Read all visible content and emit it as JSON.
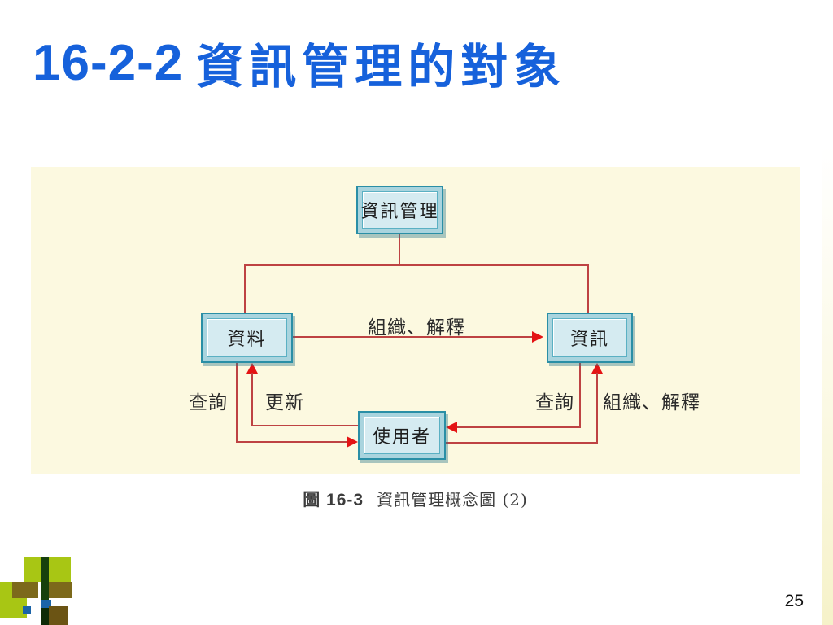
{
  "slide": {
    "title_number": "16-2-2",
    "title_text": "資訊管理的對象",
    "page_number": "25"
  },
  "figure": {
    "caption_label": "圖 16-3",
    "caption_title": "資訊管理概念圖 (2)"
  },
  "diagram": {
    "nodes": {
      "top": {
        "label": "資訊管理"
      },
      "left": {
        "label": "資料"
      },
      "right": {
        "label": "資訊"
      },
      "bottom": {
        "label": "使用者"
      }
    },
    "edges": {
      "data_to_info": {
        "label": "組織、解釋"
      },
      "left_query": {
        "label": "查詢"
      },
      "left_update": {
        "label": "更新"
      },
      "right_query": {
        "label": "查詢"
      },
      "right_organize": {
        "label": "組織、解釋"
      }
    }
  },
  "colors": {
    "title_blue": "#1661DB",
    "panel_background": "#FCF9E0",
    "node_border": "#2A8FA6",
    "node_band": "#A9D4DE",
    "node_inner": "#D5EBF1",
    "connector_line": "#BE4343",
    "arrowhead": "#E41414",
    "mosaic_lime": "#A8C614",
    "mosaic_olive": "#7C691B",
    "mosaic_dark_green": "#16400C",
    "mosaic_blue": "#1B64A8",
    "mosaic_brown": "#6B5414"
  }
}
